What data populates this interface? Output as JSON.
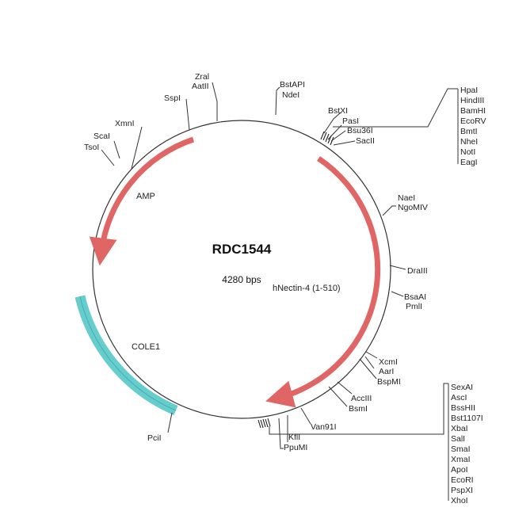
{
  "plasmid": {
    "name": "RDC1544",
    "size_label": "4280 bps"
  },
  "features": [
    {
      "name": "AMP",
      "color": "#e06666"
    },
    {
      "name": "hNectin-4 (1-510)",
      "color": "#e06666"
    },
    {
      "name": "COLE1",
      "color": "#66cccc"
    }
  ],
  "sites": [
    {
      "text": "Zral"
    },
    {
      "text": "AatII"
    },
    {
      "text": "SspI"
    },
    {
      "text": "XmnI"
    },
    {
      "text": "ScaI"
    },
    {
      "text": "TsoI"
    },
    {
      "text": "BstAPI"
    },
    {
      "text": "NdeI"
    },
    {
      "text": "BstXI"
    },
    {
      "text": "PasI"
    },
    {
      "text": "Bsu36I"
    },
    {
      "text": "SacII"
    },
    {
      "text": "HpaI"
    },
    {
      "text": "HindIII"
    },
    {
      "text": "BamHI"
    },
    {
      "text": "EcoRV"
    },
    {
      "text": "BmtI"
    },
    {
      "text": "NheI"
    },
    {
      "text": "NotI"
    },
    {
      "text": "EagI"
    },
    {
      "text": "NaeI"
    },
    {
      "text": "NgoMIV"
    },
    {
      "text": "DraIII"
    },
    {
      "text": "BsaAI"
    },
    {
      "text": "PmlI"
    },
    {
      "text": "XcmI"
    },
    {
      "text": "AarI"
    },
    {
      "text": "BspMI"
    },
    {
      "text": "AccIII"
    },
    {
      "text": "BsmI"
    },
    {
      "text": "Van91I"
    },
    {
      "text": "KflI"
    },
    {
      "text": "PpuMI"
    },
    {
      "text": "PciI"
    },
    {
      "text": "SexAI"
    },
    {
      "text": "AscI"
    },
    {
      "text": "BssHII"
    },
    {
      "text": "Bst1107I"
    },
    {
      "text": "XbaI"
    },
    {
      "text": "SalI"
    },
    {
      "text": "SmaI"
    },
    {
      "text": "XmaI"
    },
    {
      "text": "ApoI"
    },
    {
      "text": "EcoRI"
    },
    {
      "text": "PspXI"
    },
    {
      "text": "XhoI"
    }
  ]
}
